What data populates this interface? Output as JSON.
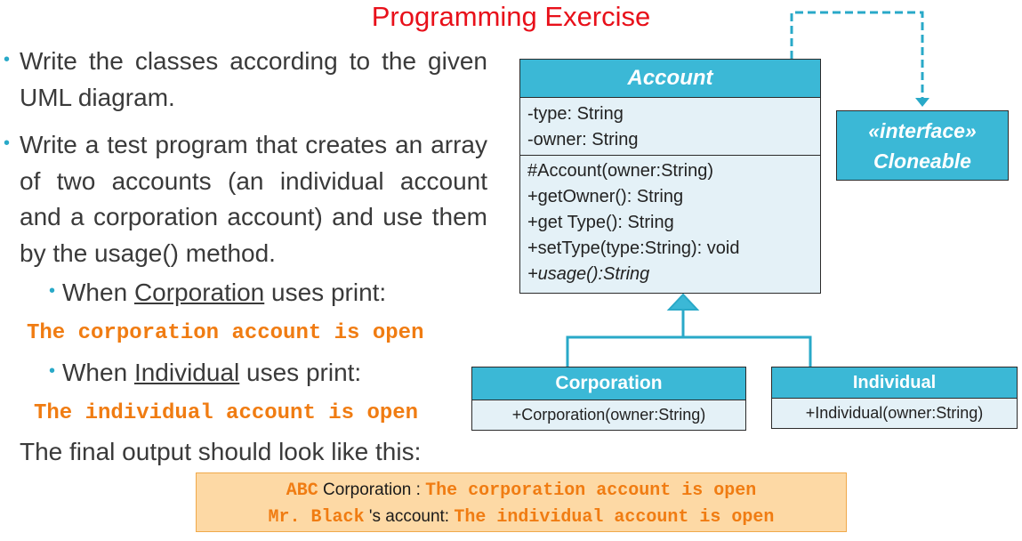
{
  "title": "Programming Exercise",
  "bullets": {
    "b1": "Write the classes according to the given UML diagram.",
    "b2": "Write a test program that creates an array of two accounts (an individual account and a corporation account) and use them by the usage() method.",
    "sub1_prefix": "When ",
    "sub1_class": "Corporation",
    "sub1_suffix": " uses print:",
    "sub1_output": "The corporation account is open",
    "sub2_prefix": "When ",
    "sub2_class": "Individual",
    "sub2_suffix": " uses print:",
    "sub2_output": "The individual account is open",
    "final": "The final output should look like this:"
  },
  "uml": {
    "account": {
      "name": "Account",
      "attributes": [
        "-type: String",
        "-owner: String"
      ],
      "methods": [
        "#Account(owner:String)",
        "+getOwner(): String",
        "+get Type(): String",
        "+setType(type:String): void"
      ],
      "abstract_method": "+usage():String"
    },
    "interface": {
      "stereotype": "«interface»",
      "name": "Cloneable"
    },
    "corporation": {
      "name": "Corporation",
      "methods": [
        "+Corporation(owner:String)"
      ]
    },
    "individual": {
      "name": "Individual",
      "methods": [
        "+Individual(owner:String)"
      ]
    },
    "colors": {
      "header": "#3bb8d6",
      "body": "#e4f1f7",
      "connector": "#29a9c8"
    }
  },
  "output": {
    "line1_name": "ABC",
    "line1_label": " Corporation : ",
    "line1_msg": "The corporation account is open",
    "line2_name": "Mr. Black",
    "line2_label": " 's account: ",
    "line2_msg": "The individual account is open"
  }
}
